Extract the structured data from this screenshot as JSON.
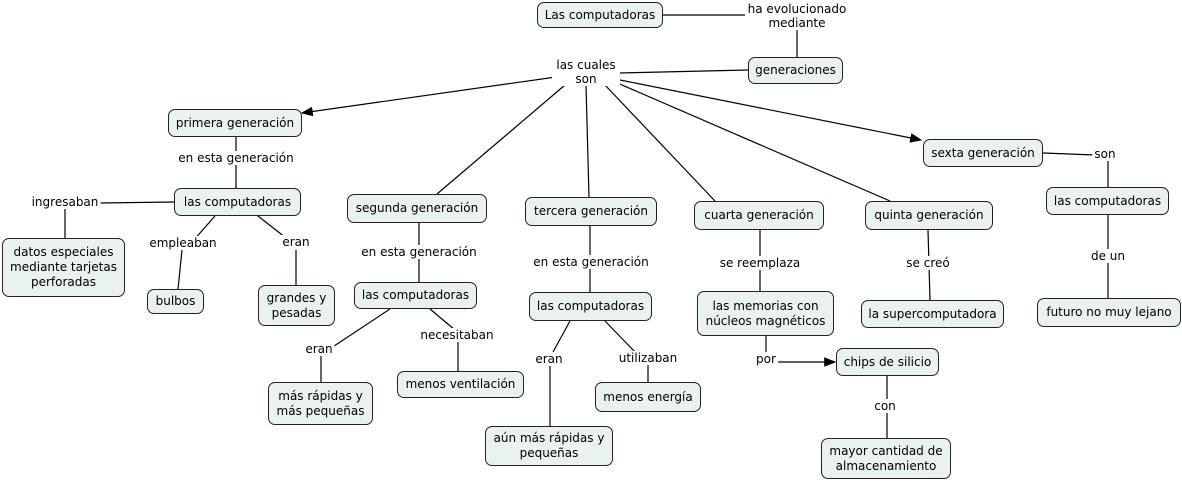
{
  "nodes": {
    "root": "Las computadoras",
    "generaciones": "generaciones",
    "primera": "primera generación",
    "comp1": "las computadoras",
    "datos": "datos especiales mediante tarjetas perforadas",
    "bulbos": "bulbos",
    "grandes": "grandes y pesadas",
    "segunda": "segunda generación",
    "comp2": "las computadoras",
    "rapidas": "más rápidas y más pequeñas",
    "ventilacion": "menos ventilación",
    "tercera": "tercera generación",
    "comp3": "las computadoras",
    "aunmas": "aún más rápidas y pequeñas",
    "energia": "menos energía",
    "cuarta": "cuarta generación",
    "memorias": "las memorias con núcleos magnéticos",
    "chips": "chips de silicio",
    "mayor": "mayor cantidad de almacenamiento",
    "quinta": "quinta generación",
    "super": "la supercomputadora",
    "sexta": "sexta generación",
    "comp6": "las computadoras",
    "futuro": "futuro no muy lejano"
  },
  "links": {
    "evolucionado": "ha evolucionado mediante",
    "cuales": "las cuales son",
    "esta1": "en esta generación",
    "ingresaban": "ingresaban",
    "empleaban": "empleaban",
    "eran1": "eran",
    "esta2": "en esta generación",
    "eran2": "eran",
    "necesitaban": "necesitaban",
    "esta3": "en esta generación",
    "eran3": "eran",
    "utilizaban": "utilizaban",
    "reemplaza": "se reemplaza",
    "por": "por",
    "con": "con",
    "creo": "se creó",
    "son": "son",
    "deun": "de un"
  }
}
